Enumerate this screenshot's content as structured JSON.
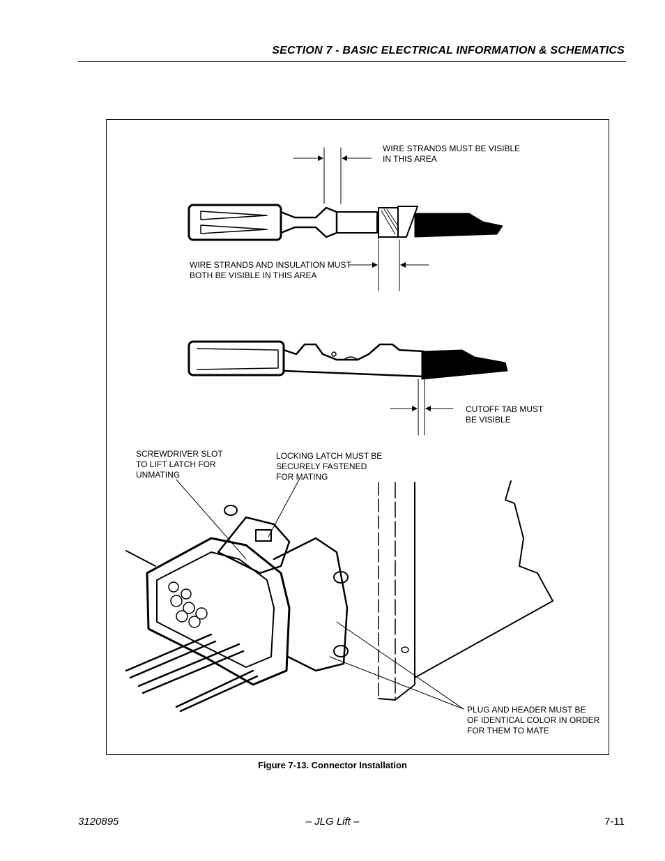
{
  "header": {
    "section_title": "SECTION 7 - BASIC ELECTRICAL INFORMATION & SCHEMATICS"
  },
  "figure": {
    "callouts": {
      "wire_strands_visible": "WIRE STRANDS MUST BE VISIBLE\nIN THIS AREA",
      "strands_and_insulation": "WIRE STRANDS AND INSULATION MUST\nBOTH BE VISIBLE IN THIS AREA",
      "cutoff_tab": "CUTOFF TAB MUST\nBE VISIBLE",
      "screwdriver_slot": "SCREWDRIVER SLOT\nTO LIFT LATCH FOR\nUNMATING",
      "locking_latch": "LOCKING LATCH MUST BE\nSECURELY FASTENED\nFOR MATING",
      "plug_header_color": "PLUG AND HEADER MUST BE\nOF IDENTICAL COLOR IN ORDER\nFOR THEM TO MATE"
    },
    "caption": "Figure 7-13.  Connector Installation"
  },
  "footer": {
    "doc_number": "3120895",
    "publisher": "– JLG Lift –",
    "page_number": "7-11"
  }
}
